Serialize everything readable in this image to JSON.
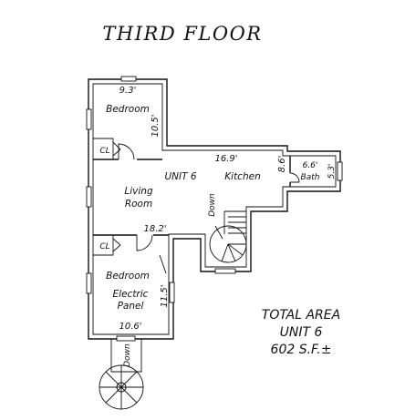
{
  "title": "THIRD FLOOR",
  "rooms": {
    "bedroom_top": "Bedroom",
    "closet_top": "CL",
    "unit": "UNIT 6",
    "kitchen": "Kitchen",
    "bath": "Bath",
    "living_line1": "Living",
    "living_line2": "Room",
    "closet_bottom": "CL",
    "bedroom_bottom": "Bedroom",
    "electric_line1": "Electric",
    "electric_line2": "Panel"
  },
  "dimensions": {
    "bedroom_top_width": "9.3'",
    "bedroom_top_depth": "10.5'",
    "kitchen_width": "16.9'",
    "kitchen_depth": "8.6'",
    "bath_width": "6.6'",
    "bath_depth": "5.3'",
    "living_width": "18.2'",
    "bedroom_bottom_depth": "11.5'",
    "bedroom_bottom_width": "10.6'"
  },
  "stairs": {
    "interior_label": "Down",
    "exterior_label": "Down"
  },
  "total_area": {
    "line1": "TOTAL AREA",
    "line2": "UNIT 6",
    "line3": "602 S.F.±"
  }
}
